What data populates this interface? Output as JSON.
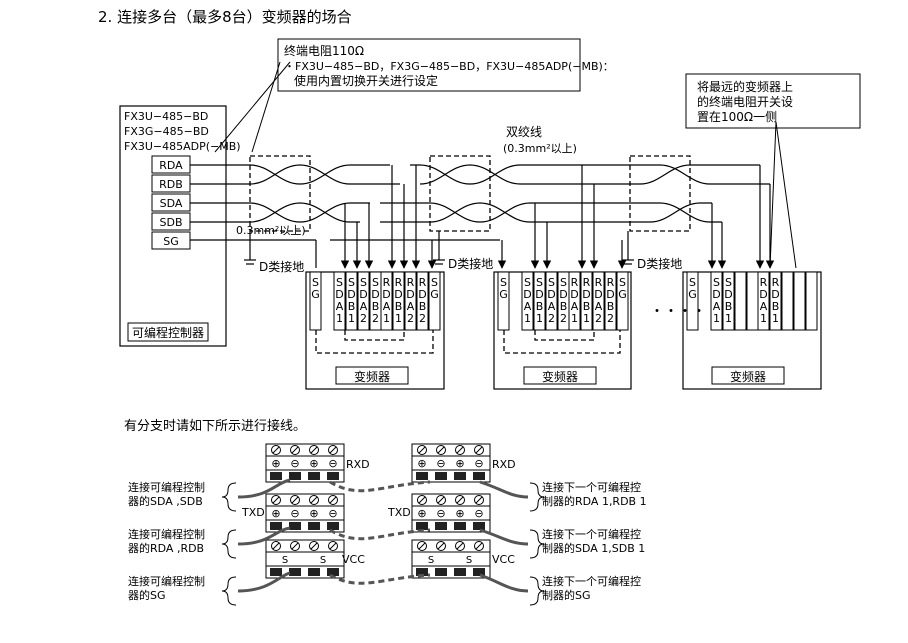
{
  "title": "2. 连接多台（最多8台）变频器的场合",
  "termination_note": {
    "title": "终端电阻110Ω",
    "line1": "・FX3U−485−BD，FX3G−485−BD，FX3U−485ADP(−MB)：",
    "line2": "使用内置切换开关进行设定"
  },
  "far_end_note": {
    "line1": "将最远的变频器上",
    "line2": "的终端电阻开关设",
    "line3": "置在100Ω一侧"
  },
  "plc": {
    "models": [
      "FX3U−485−BD",
      "FX3G−485−BD",
      "FX3U−485ADP(−MB)"
    ],
    "terminals": [
      "RDA",
      "RDB",
      "SDA",
      "SDB",
      "SG"
    ],
    "label": "可编程控制器"
  },
  "cable": {
    "twisted_pair": "双绞线",
    "gauge_top": "(0.3mm²以上)",
    "gauge_sg": "0.3mm²以上)"
  },
  "ground_label": "D类接地",
  "inverter_label": "变频器",
  "ellipsis": "・・・・",
  "inverters": [
    {
      "terminals": [
        "SG",
        "SDA1",
        "SDB1",
        "SDA2",
        "SDB2",
        "RDA1",
        "RDB1",
        "RDA2",
        "RDB2",
        "SG"
      ]
    },
    {
      "terminals": [
        "SG",
        "SDA1",
        "SDB1",
        "SDA2",
        "SDB2",
        "RDA1",
        "RDB1",
        "RDA2",
        "RDB2",
        "SG"
      ]
    },
    {
      "terminals": [
        "SG",
        "SDA1",
        "SDB1",
        "",
        "",
        "RDA1",
        "RDB1",
        "",
        "",
        ""
      ]
    }
  ],
  "branch": {
    "subtitle": "有分支时请如下所示进行接线。",
    "rxd": "RXD",
    "txd": "TXD",
    "vcc": "VCC",
    "block_top_symbols": [
      "⊕",
      "⊖",
      "⊕",
      "⊖"
    ],
    "block_vcc_symbols": [
      "S",
      "S"
    ],
    "left": [
      {
        "a": "连接可编程控制",
        "b": "器的SDA ,SDB"
      },
      {
        "a": "连接可编程控制",
        "b": "器的RDA ,RDB"
      },
      {
        "a": "连接可编程控制",
        "b": "器的SG"
      }
    ],
    "right": [
      {
        "a": "连接下一个可编程控",
        "b": "制器的RDA 1,RDB 1"
      },
      {
        "a": "连接下一个可编程控",
        "b": "制器的SDA 1,SDB 1"
      },
      {
        "a": "连接下一个可编程控",
        "b": "制器的SG"
      }
    ]
  }
}
